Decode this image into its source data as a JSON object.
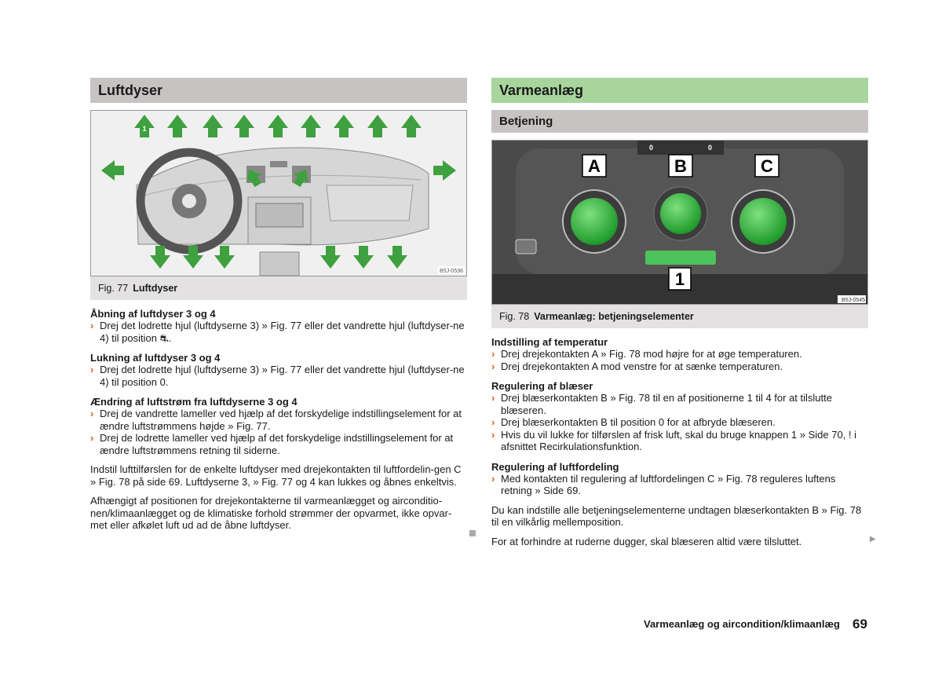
{
  "left": {
    "heading": "Luftdyser",
    "figure": {
      "number": "Fig. 77",
      "title": "Luftdyser",
      "code": "B5J-0536"
    },
    "sections": [
      {
        "title": "Åbning af luftdyser 3 og 4",
        "items": [
          "Drej det lodrette hjul (luftdyserne 3) » Fig. 77 eller det vandrette hjul (luftdyser-ne 4) til position ⛐."
        ]
      },
      {
        "title": "Lukning af luftdyser 3 og 4",
        "items": [
          "Drej det lodrette hjul (luftdyserne 3) » Fig. 77 eller det vandrette hjul (luftdyser-ne 4) til position 0."
        ]
      },
      {
        "title": "Ændring af luftstrøm fra luftdyserne 3 og 4",
        "items": [
          "Drej de vandrette lameller ved hjælp af det forskydelige indstillingselement for at ændre luftstrømmens højde » Fig. 77.",
          "Drej de lodrette lameller ved hjælp af det forskydelige indstillingselement for at ændre luftstrømmens retning til siderne."
        ]
      }
    ],
    "para1": "Indstil lufttilførslen for de enkelte luftdyser med drejekontakten til luftfordelin-gen C » Fig. 78 på side 69. Luftdyserne 3, » Fig. 77 og 4 kan lukkes og åbnes enkeltvis.",
    "para2": "Afhængigt af positionen for drejekontakterne til varmeanlægget og airconditio-nen/klimaanlægget og de klimatiske forhold strømmer der opvarmet, ikke opvar-met eller afkølet luft ud ad de åbne luftdyser."
  },
  "right": {
    "heading": "Varmeanlæg",
    "subheading": "Betjening",
    "figure": {
      "number": "Fig. 78",
      "title": "Varmeanlæg: betjeningselementer",
      "code": "B5J-0545",
      "labels": [
        "A",
        "B",
        "C",
        "1"
      ],
      "displays": [
        "0",
        "0"
      ]
    },
    "sections": [
      {
        "title": "Indstilling af temperatur",
        "items": [
          "Drej drejekontakten A » Fig. 78 mod højre for at øge temperaturen.",
          "Drej drejekontakten A mod venstre for at sænke temperaturen."
        ]
      },
      {
        "title": "Regulering af blæser",
        "items": [
          "Drej blæserkontakten B » Fig. 78 til en af positionerne 1 til 4 for at tilslutte blæseren.",
          "Drej blæserkontakten B til position 0 for at afbryde blæseren.",
          "Hvis du vil lukke for tilførslen af frisk luft, skal du bruge knappen 1 » Side 70, ! i afsnittet Recirkulationsfunktion."
        ]
      },
      {
        "title": "Regulering af luftfordeling",
        "items": [
          "Med kontakten til regulering af luftfordelingen C » Fig. 78 reguleres luftens retning » Side 69."
        ]
      }
    ],
    "para1": "Du kan indstille alle betjeningselementerne undtagen blæserkontakten B » Fig. 78 til en vilkårlig mellemposition.",
    "para2": "For at forhindre at ruderne dugger, skal blæseren altid være tilsluttet."
  },
  "footer": {
    "chapter": "Varmeanlæg og aircondition/klimaanlæg",
    "page": "69"
  }
}
